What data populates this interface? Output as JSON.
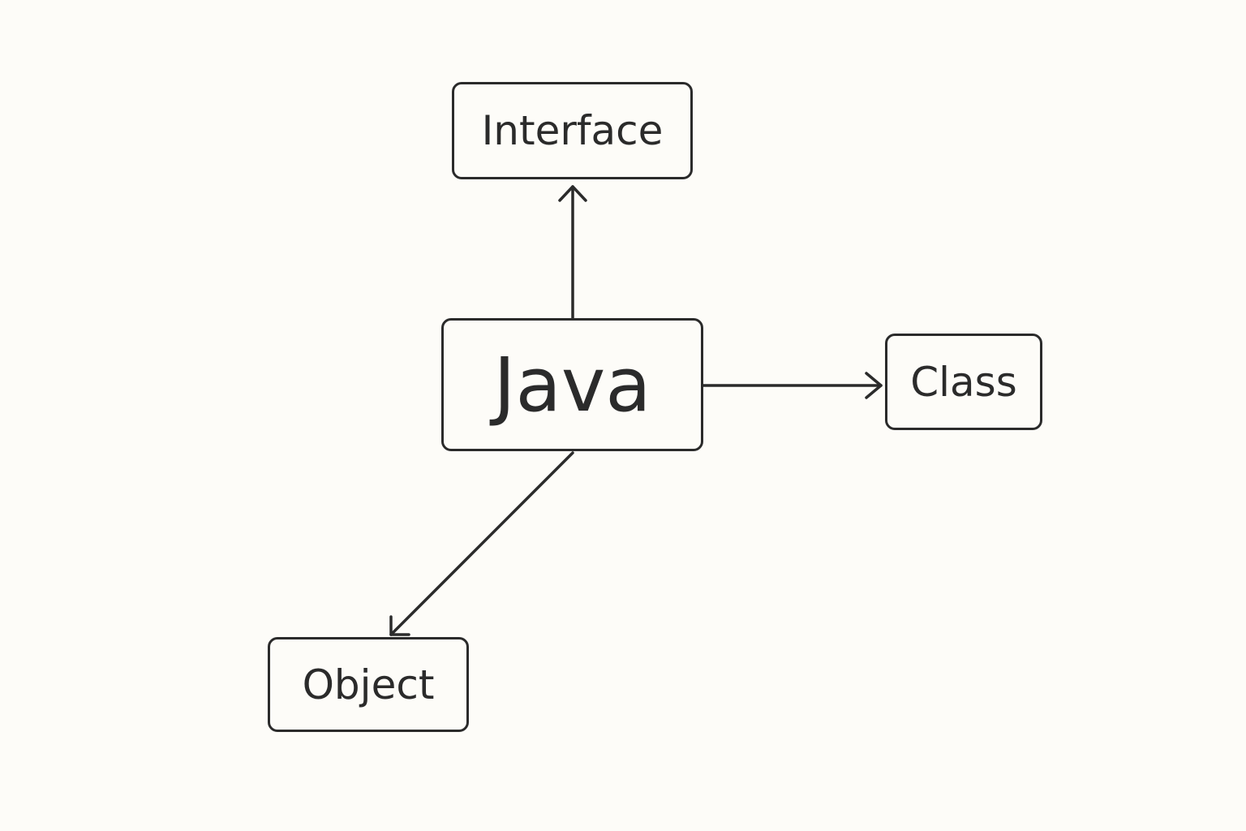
{
  "diagram": {
    "nodes": {
      "interface": "Interface",
      "java": "Java",
      "class": "Class",
      "object": "Object"
    },
    "edges": [
      {
        "from": "Java",
        "to": "Interface"
      },
      {
        "from": "Java",
        "to": "Class"
      },
      {
        "from": "Java",
        "to": "Object"
      }
    ],
    "colors": {
      "background": "#fdfcf8",
      "stroke": "#2b2b2b"
    }
  }
}
